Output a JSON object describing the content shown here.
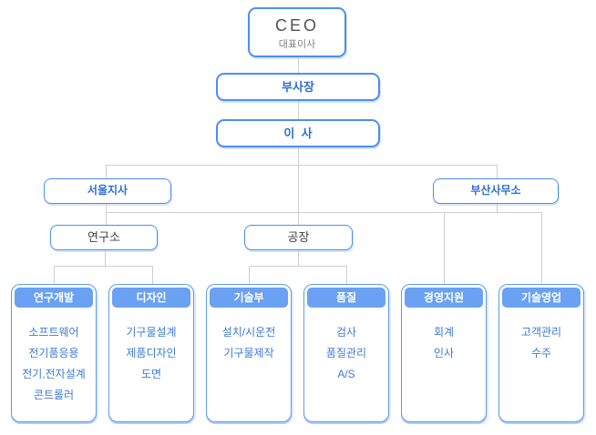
{
  "org_chart": {
    "ceo": {
      "title": "CEO",
      "subtitle": "대표이사"
    },
    "nodes": {
      "vice_president": "부사장",
      "director": "이  사",
      "seoul_branch": "서울지사",
      "busan_office": "부산사무소",
      "research_center": "연구소",
      "factory": "공장"
    },
    "departments": [
      {
        "name": "연구개발",
        "items": [
          "소프트웨어",
          "전기품응용",
          "전기,전자설계",
          "콘트롤러"
        ]
      },
      {
        "name": "디자인",
        "items": [
          "기구물설계",
          "제품디자인",
          "도면"
        ]
      },
      {
        "name": "기술부",
        "items": [
          "설치/시운전",
          "기구물제작"
        ]
      },
      {
        "name": "품질",
        "items": [
          "검사",
          "품질관리",
          "A/S"
        ]
      },
      {
        "name": "경영지원",
        "items": [
          "회계",
          "인사"
        ]
      },
      {
        "name": "기술영업",
        "items": [
          "고객관리",
          "수주"
        ]
      }
    ],
    "colors": {
      "node_border": "#4a8ff6",
      "accent_text": "#2d6fd1",
      "dept_header_bg": "#6ba1f2",
      "dept_header_text": "#ffffff",
      "dept_item_text": "#3d7ad8",
      "connector_line": "#cfcfcf",
      "ceo_text": "#515151",
      "ceo_subtitle_text": "#808080",
      "neutral_node_text": "#414141"
    }
  }
}
